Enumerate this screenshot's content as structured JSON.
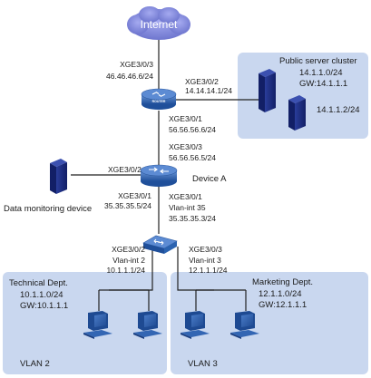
{
  "internet": {
    "label": "Internet"
  },
  "router": {
    "badge": "ROUTER",
    "up_port": "XGE3/0/3",
    "up_ip": "46.46.46.6/24",
    "right_port": "XGE3/0/2",
    "right_ip": "14.14.14.1/24",
    "down_port": "XGE3/0/1",
    "down_ip": "56.56.56.6/24"
  },
  "server_cluster": {
    "title": "Public server cluster",
    "subnet": "14.1.1.0/24",
    "gateway": "GW:14.1.1.1",
    "server_ip": "14.1.1.2/24"
  },
  "device_a": {
    "name": "Device A",
    "up_port": "XGE3/0/3",
    "up_ip": "56.56.56.5/24",
    "left_port": "XGE3/0/2",
    "down_port": "XGE3/0/1",
    "down_ip": "35.35.35.5/24"
  },
  "monitor": {
    "name": "Data monitoring device"
  },
  "access_switch": {
    "up_port": "XGE3/0/1",
    "up_vlan": "Vlan-int 35",
    "up_ip": "35.35.35.3/24",
    "left_port": "XGE3/0/2",
    "left_vlan": "Vlan-int 2",
    "left_ip": "10.1.1.1/24",
    "right_port": "XGE3/0/3",
    "right_vlan": "Vlan-int 3",
    "right_ip": "12.1.1.1/24"
  },
  "tech_dept": {
    "title": "Technical Dept.",
    "subnet": "10.1.1.0/24",
    "gateway": "GW:10.1.1.1",
    "vlan": "VLAN 2"
  },
  "marketing_dept": {
    "title": "Marketing Dept.",
    "subnet": "12.1.1.0/24",
    "gateway": "GW:12.1.1.1",
    "vlan": "VLAN 3"
  },
  "colors": {
    "zone_fill": "#c9d7ef",
    "cloud_fill": "#7d84d8",
    "device_blue": "#2b63b0",
    "pc_blue": "#3366b3",
    "server_dark": "#1b2e84"
  }
}
